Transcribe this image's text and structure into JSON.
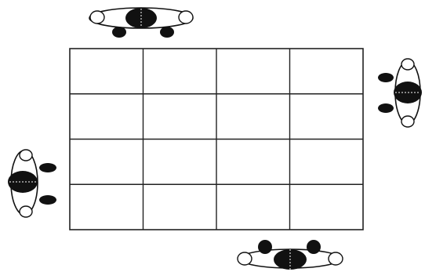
{
  "diagram": {
    "grid": {
      "rows": 4,
      "columns": 4
    },
    "figures": [
      {
        "id": "top",
        "facing": "down"
      },
      {
        "id": "right",
        "facing": "left"
      },
      {
        "id": "left",
        "facing": "right"
      },
      {
        "id": "bottom",
        "facing": "up"
      }
    ],
    "colors": {
      "ink": "#111111",
      "paper": "#ffffff",
      "line": "#222222"
    }
  }
}
